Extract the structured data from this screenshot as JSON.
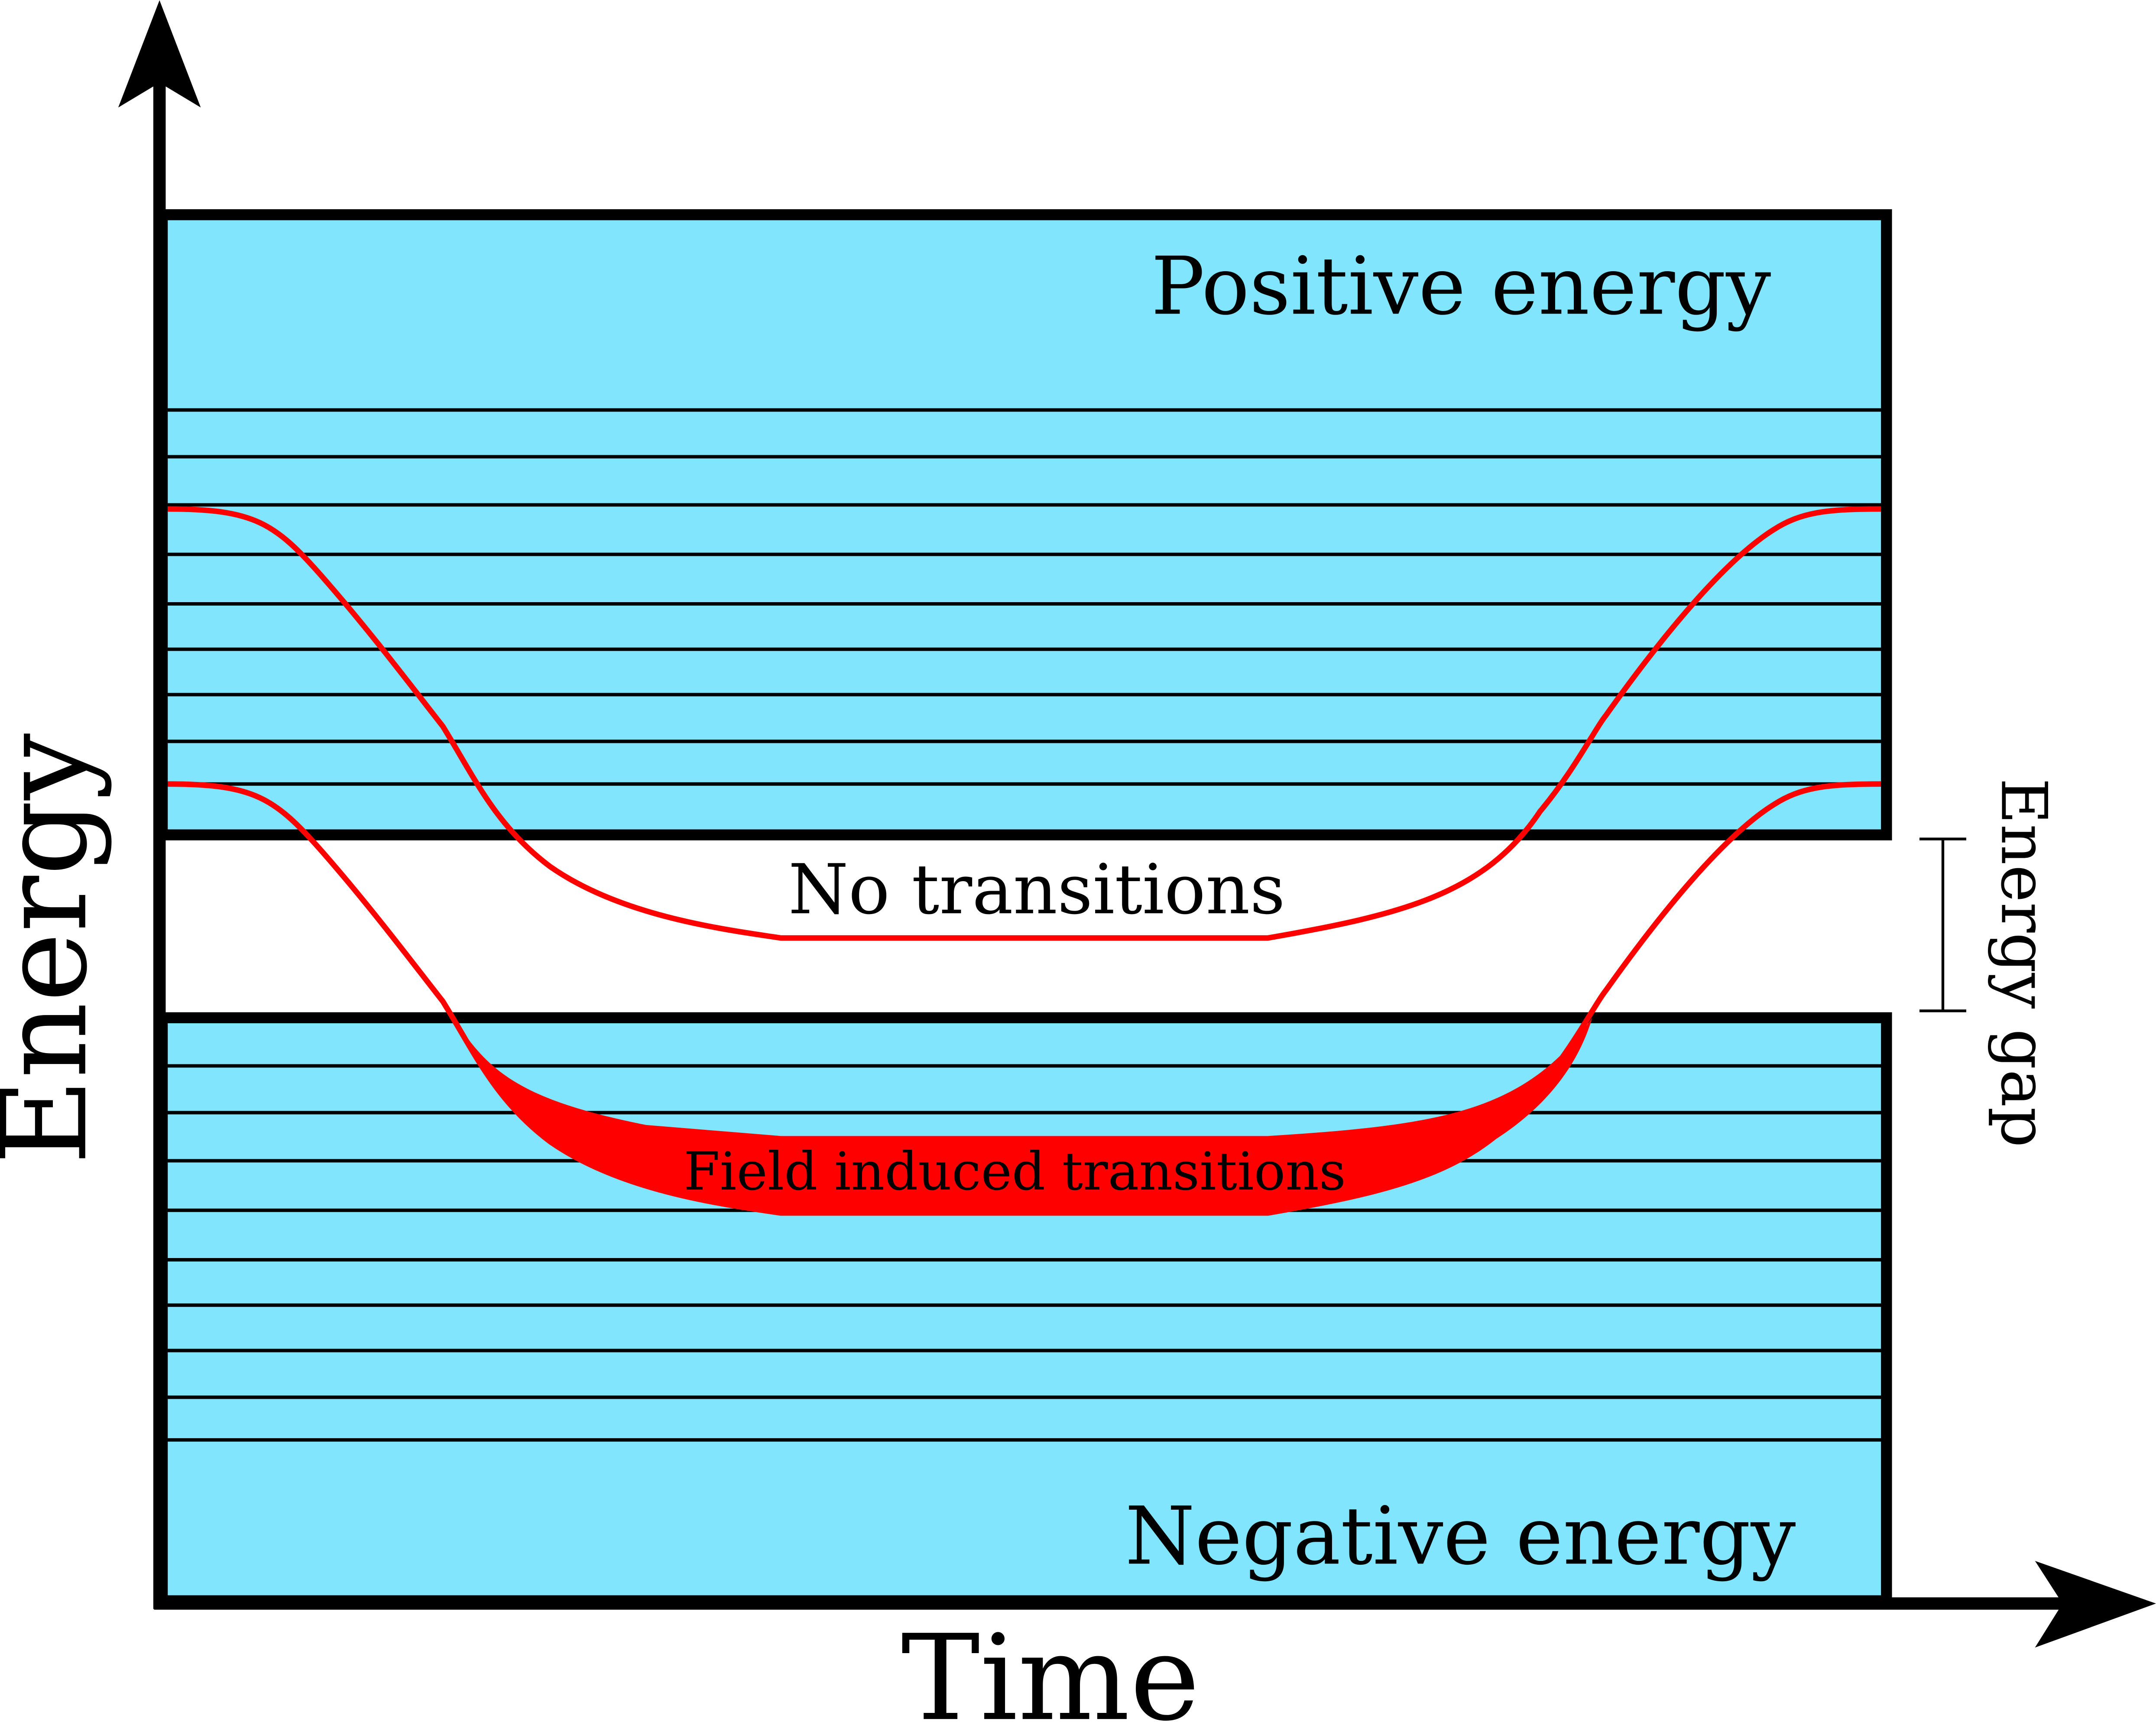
{
  "labels": {
    "y_axis": "Energy",
    "x_axis": "Time",
    "upper_band": "Positive energy",
    "lower_band": "Negative energy",
    "upper_curve": "No transitions",
    "lower_curve": "Field induced transitions",
    "gap": "Energy gap"
  },
  "colors": {
    "band_fill": "#80e5fd",
    "outline": "#000000",
    "curve": "#ff0000"
  }
}
